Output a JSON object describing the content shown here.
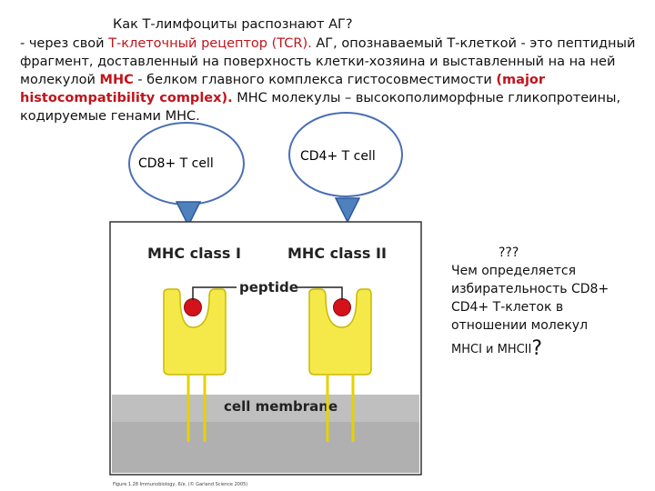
{
  "header": {
    "title": "Как Т-лимфоциты распознают АГ?",
    "p1": "- через свой ",
    "p_tcr": "Т-клеточный рецептор (TCR).",
    "p2": " АГ, опознаваемый Т-клеткой - это пептидный фрагмент, доставленный на поверхность  клетки-хозяина и выставленный на на ней молекулой  ",
    "p_mhc": "МНС",
    "p3": " - белком главного комплекса гистосовместимости ",
    "p_major": "(major histocompatibility complex).",
    "p4": "  МНС молекулы – высокополиморфные гликопротеины, кодируемые генами МНС."
  },
  "cells": {
    "cd8": "CD8+ T cell",
    "cd4": "CD4+ T cell"
  },
  "figure": {
    "mhc1": "MHC class I",
    "mhc2": "MHC class II",
    "peptide": "peptide",
    "membrane": "cell membrane",
    "caption": "Figure 1.28 Immunobiology, 6/e. (© Garland Science 2005)"
  },
  "question": {
    "q_marks": "???",
    "text": "Чем определяется избирательность CD8+ CD4+ Т-клеток в отношении молекул",
    "last": "MHCI и MHCII",
    "qmark": "?"
  },
  "colors": {
    "accent_red": "#c0141c",
    "cell_fill": "#ffffff",
    "cell_stroke": "#4a6fb5",
    "arrow_fill": "#4f81bd",
    "mhc_fill": "#f5e94a",
    "mhc_stroke": "#c9b800",
    "peptide_fill": "#d4121a",
    "membrane_fill": "#bfbfbf"
  }
}
